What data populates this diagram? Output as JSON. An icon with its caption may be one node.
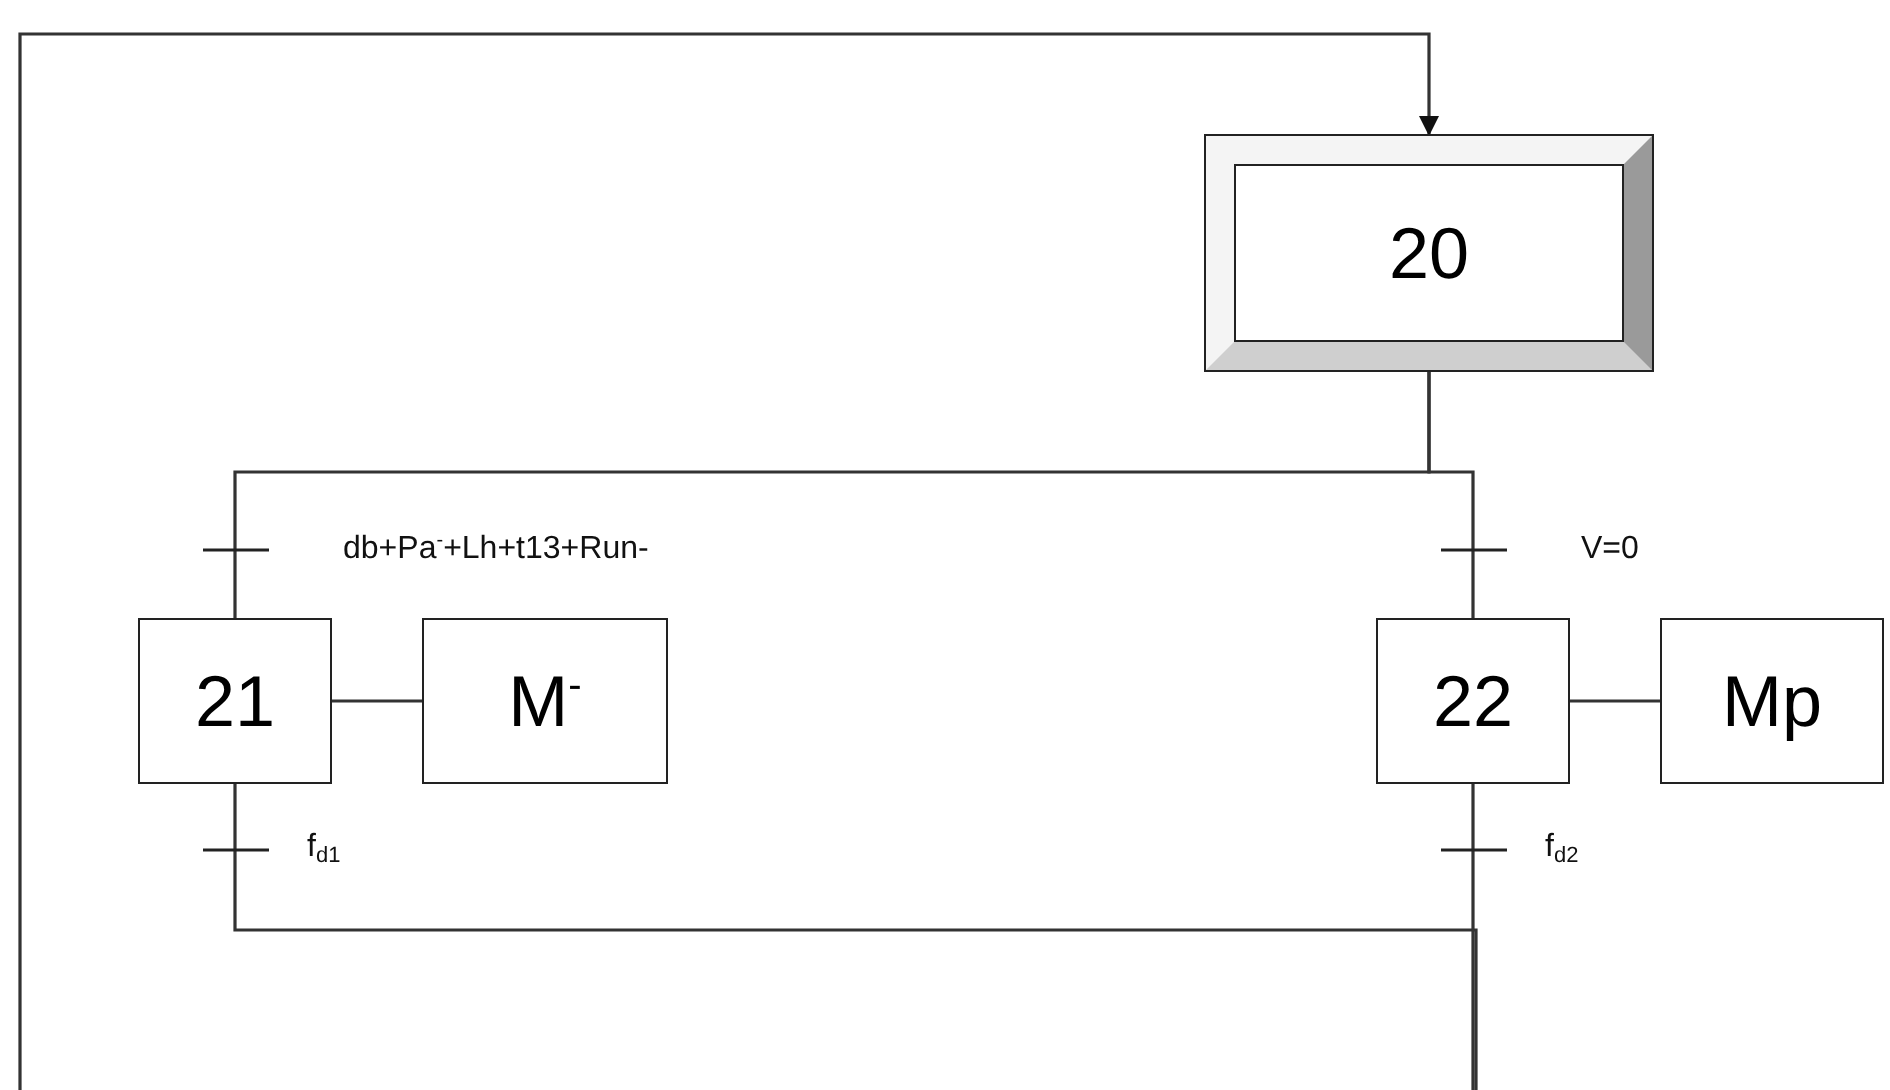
{
  "diagram": {
    "nodes": [
      {
        "text": [
          "20"
        ]
      },
      {
        "text": [
          "21"
        ]
      },
      {
        "text": [
          "M$^{-}$"
        ]
      },
      {
        "text": [
          "22"
        ]
      },
      {
        "text": [
          "Mp"
        ]
      }
    ],
    "edges": [
      {
        "from": 0,
        "to": 1,
        "arrow": "none",
        "label": "db+Pa$^{-}$+Lh+t13+Run-"
      },
      {
        "from": 0,
        "to": 3,
        "arrow": "none",
        "label": "V=0"
      },
      {
        "from": 1,
        "to": 2,
        "arrow": "none"
      },
      {
        "from": 3,
        "to": 4,
        "arrow": "none"
      },
      {
        "from": 1,
        "to": null,
        "arrow": "none",
        "label": "f$_{d1}$"
      },
      {
        "from": 3,
        "to": null,
        "arrow": "none",
        "label": "f$_{d2}$"
      },
      {
        "from": null,
        "to": 0,
        "arrow": "to"
      }
    ]
  }
}
